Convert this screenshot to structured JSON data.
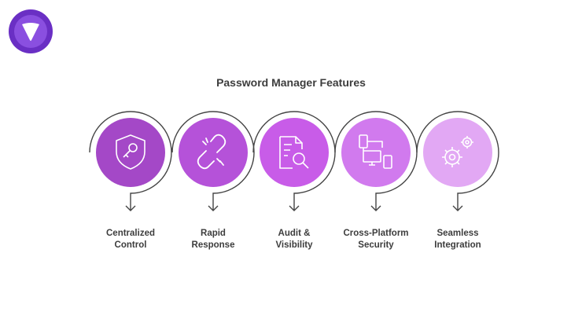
{
  "title": "Password Manager Features",
  "logo": {
    "icon": "brand-shield-logo-icon",
    "color": "#6a2fc4"
  },
  "features": [
    {
      "line1": "Centralized",
      "line2": "Control",
      "icon": "shield-key-icon",
      "color": "#a448c7"
    },
    {
      "line1": "Rapid",
      "line2": "Response",
      "icon": "broken-link-icon",
      "color": "#b552d9"
    },
    {
      "line1": "Audit &",
      "line2": "Visibility",
      "icon": "document-search-icon",
      "color": "#c85ce8"
    },
    {
      "line1": "Cross-Platform",
      "line2": "Security",
      "icon": "devices-network-icon",
      "color": "#d17aee"
    },
    {
      "line1": "Seamless",
      "line2": "Integration",
      "icon": "gears-icon",
      "color": "#e2a8f4"
    }
  ]
}
